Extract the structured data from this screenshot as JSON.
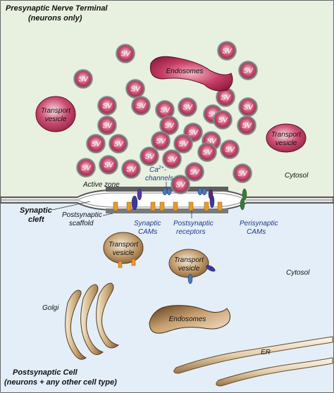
{
  "presynaptic": {
    "title": "Presynaptic Nerve Terminal",
    "subtitle": "(neurons only)",
    "cytosol": "Cytosol",
    "active_zone": "Active zone",
    "ca_channels_line1": "Ca",
    "ca_channels_sup": "2+",
    "ca_channels_suffix": "-",
    "ca_channels_line2": "channels",
    "vesicle_label": "SV",
    "endosomes": "Endosomes",
    "transport_vesicle_line1": "Transport",
    "transport_vesicle_line2": "vesicle",
    "transport_vesicle_right_line1": "Transport",
    "transport_vesicle_right_line2": "vesicle"
  },
  "cleft": {
    "line1": "Synaptic",
    "line2": "cleft"
  },
  "postsynaptic": {
    "title": "Postsynaptic Cell",
    "subtitle": "(neurons + any other cell type)",
    "cytosol": "Cytosol",
    "scaffold_line1": "Postsynaptic",
    "scaffold_line2": "scaffold",
    "synaptic_cams_line1": "Synaptic",
    "synaptic_cams_line2": "CAMs",
    "receptors_line1": "Postsynaptic",
    "receptors_line2": "receptors",
    "perisynaptic_line1": "Perisynaptic",
    "perisynaptic_line2": "CAMs",
    "transport_vesicle1_line1": "Transport",
    "transport_vesicle1_line2": "vesicle",
    "transport_vesicle2_line1": "Transport",
    "transport_vesicle2_line2": "vesicle",
    "golgi": "Golgi",
    "endosomes": "Endosomes",
    "er": "ER"
  },
  "colors": {
    "pre_bg": "#e8f0df",
    "post_bg": "#e3eef8",
    "vesicle_fill": "#c8446a",
    "membrane": "#555555",
    "active_zone_bar": "#666666",
    "receptor": "#e89a2c",
    "synaptic_cam": "#3a3a9a",
    "ca_channel": "#4a78b8",
    "perisynaptic_cam": "#3a7a3a",
    "organelle_brown": "#a07a4a"
  }
}
